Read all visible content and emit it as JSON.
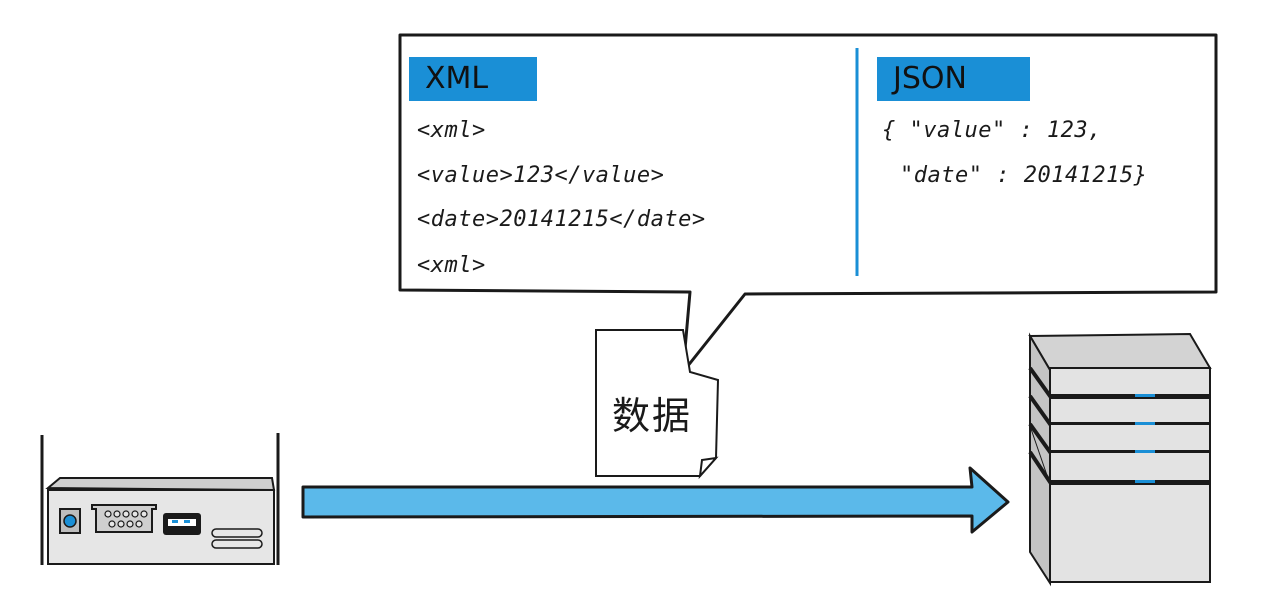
{
  "xml": {
    "heading": "XML",
    "lines": [
      "<xml>",
      "<value>123</value>",
      "<date>20141215</date>",
      "<xml>"
    ]
  },
  "json": {
    "heading": "JSON",
    "lines": [
      "{ \"value\" : 123,",
      "\"date\" : 20141215}"
    ]
  },
  "document": {
    "label": "数据"
  },
  "colors": {
    "accent": "#1a8fd6",
    "arrow": "#5bb9ea",
    "stroke": "#1a1a1a",
    "device": "#e6e6e6",
    "server": "#d9d9d9"
  },
  "icons": {
    "source": "router-device-icon",
    "target": "server-rack-icon",
    "document": "document-icon"
  }
}
